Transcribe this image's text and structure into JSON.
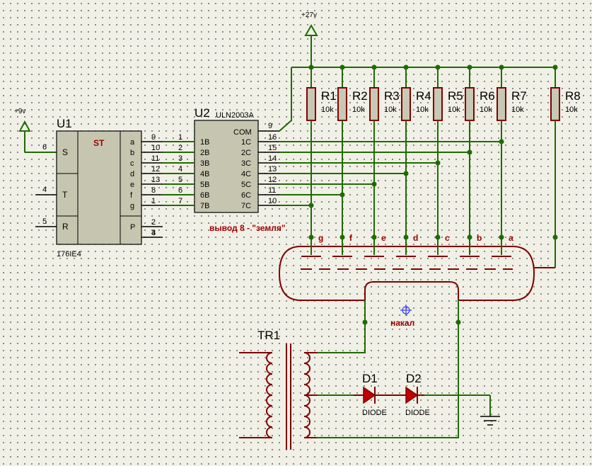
{
  "power": {
    "v27": "+27v",
    "v9": "+9v"
  },
  "u1": {
    "ref": "U1",
    "part": "176IE4",
    "st": "ST",
    "pins_left": [
      {
        "num": "6",
        "name": "S"
      },
      {
        "num": "4",
        "name": "T"
      },
      {
        "num": "5",
        "name": "R"
      }
    ],
    "outputs": [
      {
        "name": "a",
        "num": "9"
      },
      {
        "name": "b",
        "num": "10"
      },
      {
        "name": "c",
        "num": "11"
      },
      {
        "name": "d",
        "num": "12"
      },
      {
        "name": "e",
        "num": "13"
      },
      {
        "name": "f",
        "num": "8"
      },
      {
        "name": "g",
        "num": "1"
      },
      {
        "name": "P",
        "num": "2"
      },
      {
        "name": "",
        "num": "3"
      },
      {
        "name": "",
        "num": "4"
      }
    ]
  },
  "u2": {
    "ref": "U2",
    "part": "ULN2003A",
    "com": "COM",
    "com_pin": "9",
    "inputs": [
      {
        "num": "1",
        "name": "1B"
      },
      {
        "num": "2",
        "name": "2B"
      },
      {
        "num": "3",
        "name": "3B"
      },
      {
        "num": "4",
        "name": "4B"
      },
      {
        "num": "5",
        "name": "5B"
      },
      {
        "num": "6",
        "name": "6B"
      },
      {
        "num": "7",
        "name": "7B"
      }
    ],
    "outputs": [
      {
        "name": "1C",
        "num": "16"
      },
      {
        "name": "2C",
        "num": "15"
      },
      {
        "name": "3C",
        "num": "14"
      },
      {
        "name": "4C",
        "num": "13"
      },
      {
        "name": "5C",
        "num": "12"
      },
      {
        "name": "6C",
        "num": "11"
      },
      {
        "name": "7C",
        "num": "10"
      }
    ],
    "ground_note": "вывод 8 - \"земля\""
  },
  "resistors": [
    {
      "ref": "R1",
      "val": "10k"
    },
    {
      "ref": "R2",
      "val": "10k"
    },
    {
      "ref": "R3",
      "val": "10k"
    },
    {
      "ref": "R4",
      "val": "10k"
    },
    {
      "ref": "R5",
      "val": "10k"
    },
    {
      "ref": "R6",
      "val": "10k"
    },
    {
      "ref": "R7",
      "val": "10k"
    },
    {
      "ref": "R8",
      "val": "10k"
    }
  ],
  "tube": {
    "segments": [
      "g",
      "f",
      "e",
      "d",
      "c",
      "b",
      "a"
    ],
    "heater_label": "накал"
  },
  "transformer": {
    "ref": "TR1"
  },
  "diodes": [
    {
      "ref": "D1",
      "part": "DIODE"
    },
    {
      "ref": "D2",
      "part": "DIODE"
    }
  ]
}
